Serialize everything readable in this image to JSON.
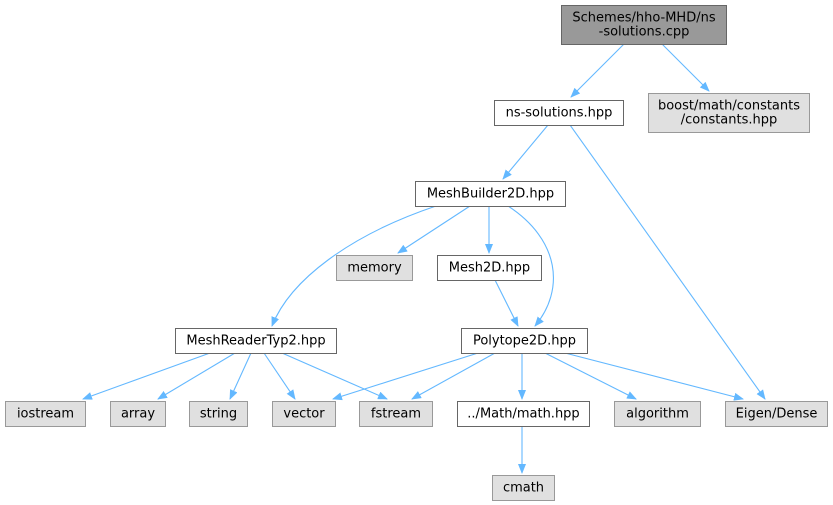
{
  "colors": {
    "edge": "#63b8ff",
    "root_fill": "#999999",
    "root_stroke": "#666666",
    "doc_fill": "#ffffff",
    "doc_stroke": "#666666",
    "ext_fill": "#e0e0e0",
    "ext_stroke": "#999999",
    "text": "#000000"
  },
  "nodes": [
    {
      "id": "root",
      "lines": [
        "Schemes/hho-MHD/ns",
        "-solutions.cpp"
      ],
      "kind": "root"
    },
    {
      "id": "ns_solutions",
      "lines": [
        "ns-solutions.hpp"
      ],
      "kind": "doc"
    },
    {
      "id": "boost_constants",
      "lines": [
        "boost/math/constants",
        "/constants.hpp"
      ],
      "kind": "ext"
    },
    {
      "id": "meshbuilder2d",
      "lines": [
        "MeshBuilder2D.hpp"
      ],
      "kind": "doc"
    },
    {
      "id": "memory",
      "lines": [
        "memory"
      ],
      "kind": "ext"
    },
    {
      "id": "mesh2d",
      "lines": [
        "Mesh2D.hpp"
      ],
      "kind": "doc"
    },
    {
      "id": "meshreadertyp2",
      "lines": [
        "MeshReaderTyp2.hpp"
      ],
      "kind": "doc"
    },
    {
      "id": "polytope2d",
      "lines": [
        "Polytope2D.hpp"
      ],
      "kind": "doc"
    },
    {
      "id": "iostream",
      "lines": [
        "iostream"
      ],
      "kind": "ext"
    },
    {
      "id": "array",
      "lines": [
        "array"
      ],
      "kind": "ext"
    },
    {
      "id": "string",
      "lines": [
        "string"
      ],
      "kind": "ext"
    },
    {
      "id": "vector",
      "lines": [
        "vector"
      ],
      "kind": "ext"
    },
    {
      "id": "fstream",
      "lines": [
        "fstream"
      ],
      "kind": "ext"
    },
    {
      "id": "math_hpp",
      "lines": [
        "../Math/math.hpp"
      ],
      "kind": "doc"
    },
    {
      "id": "algorithm",
      "lines": [
        "algorithm"
      ],
      "kind": "ext"
    },
    {
      "id": "eigen_dense",
      "lines": [
        "Eigen/Dense"
      ],
      "kind": "ext"
    },
    {
      "id": "cmath",
      "lines": [
        "cmath"
      ],
      "kind": "ext"
    }
  ],
  "edges": [
    {
      "from": "root",
      "to": "ns_solutions"
    },
    {
      "from": "root",
      "to": "boost_constants"
    },
    {
      "from": "ns_solutions",
      "to": "meshbuilder2d"
    },
    {
      "from": "ns_solutions",
      "to": "eigen_dense"
    },
    {
      "from": "meshbuilder2d",
      "to": "meshreadertyp2"
    },
    {
      "from": "meshbuilder2d",
      "to": "memory"
    },
    {
      "from": "meshbuilder2d",
      "to": "mesh2d"
    },
    {
      "from": "meshbuilder2d",
      "to": "polytope2d"
    },
    {
      "from": "mesh2d",
      "to": "polytope2d"
    },
    {
      "from": "meshreadertyp2",
      "to": "iostream"
    },
    {
      "from": "meshreadertyp2",
      "to": "array"
    },
    {
      "from": "meshreadertyp2",
      "to": "string"
    },
    {
      "from": "meshreadertyp2",
      "to": "vector"
    },
    {
      "from": "meshreadertyp2",
      "to": "fstream"
    },
    {
      "from": "polytope2d",
      "to": "vector"
    },
    {
      "from": "polytope2d",
      "to": "fstream"
    },
    {
      "from": "polytope2d",
      "to": "math_hpp"
    },
    {
      "from": "polytope2d",
      "to": "algorithm"
    },
    {
      "from": "polytope2d",
      "to": "eigen_dense"
    },
    {
      "from": "math_hpp",
      "to": "cmath"
    }
  ]
}
